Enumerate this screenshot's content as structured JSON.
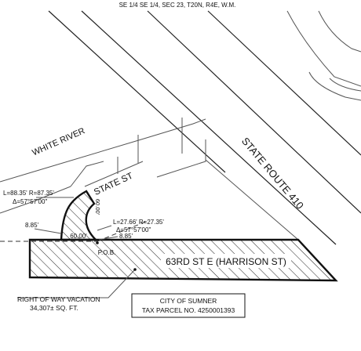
{
  "header": {
    "section": "SE 1/4 SE 1/4, SEC 23, T20N, R4E, W.M."
  },
  "labels": {
    "white_river": "WHITE RIVER",
    "state_route": "STATE ROUTE 410",
    "state_st": "STATE ST",
    "street_63rd": "63RD ST E (HARRISON ST)"
  },
  "curves": {
    "left": {
      "line1": "L=88.35' R=87.35'",
      "line2": "Δ=57°57'00\""
    },
    "right": {
      "line1": "L=27.66' R=27.35'",
      "line2": "Δ=57°57'00\""
    }
  },
  "dimensions": {
    "width_state_st": "60.00'",
    "width_bottom": "60.00'",
    "left_offset": "8.85'",
    "right_offset": "8.85'"
  },
  "pob": "P.O.B.",
  "vacation": {
    "title": "RIGHT OF WAY VACATION",
    "area": "34,307± SQ. FT."
  },
  "title_box": {
    "city": "CITY OF SUMNER",
    "parcel": "TAX PARCEL NO. 4250001393"
  }
}
